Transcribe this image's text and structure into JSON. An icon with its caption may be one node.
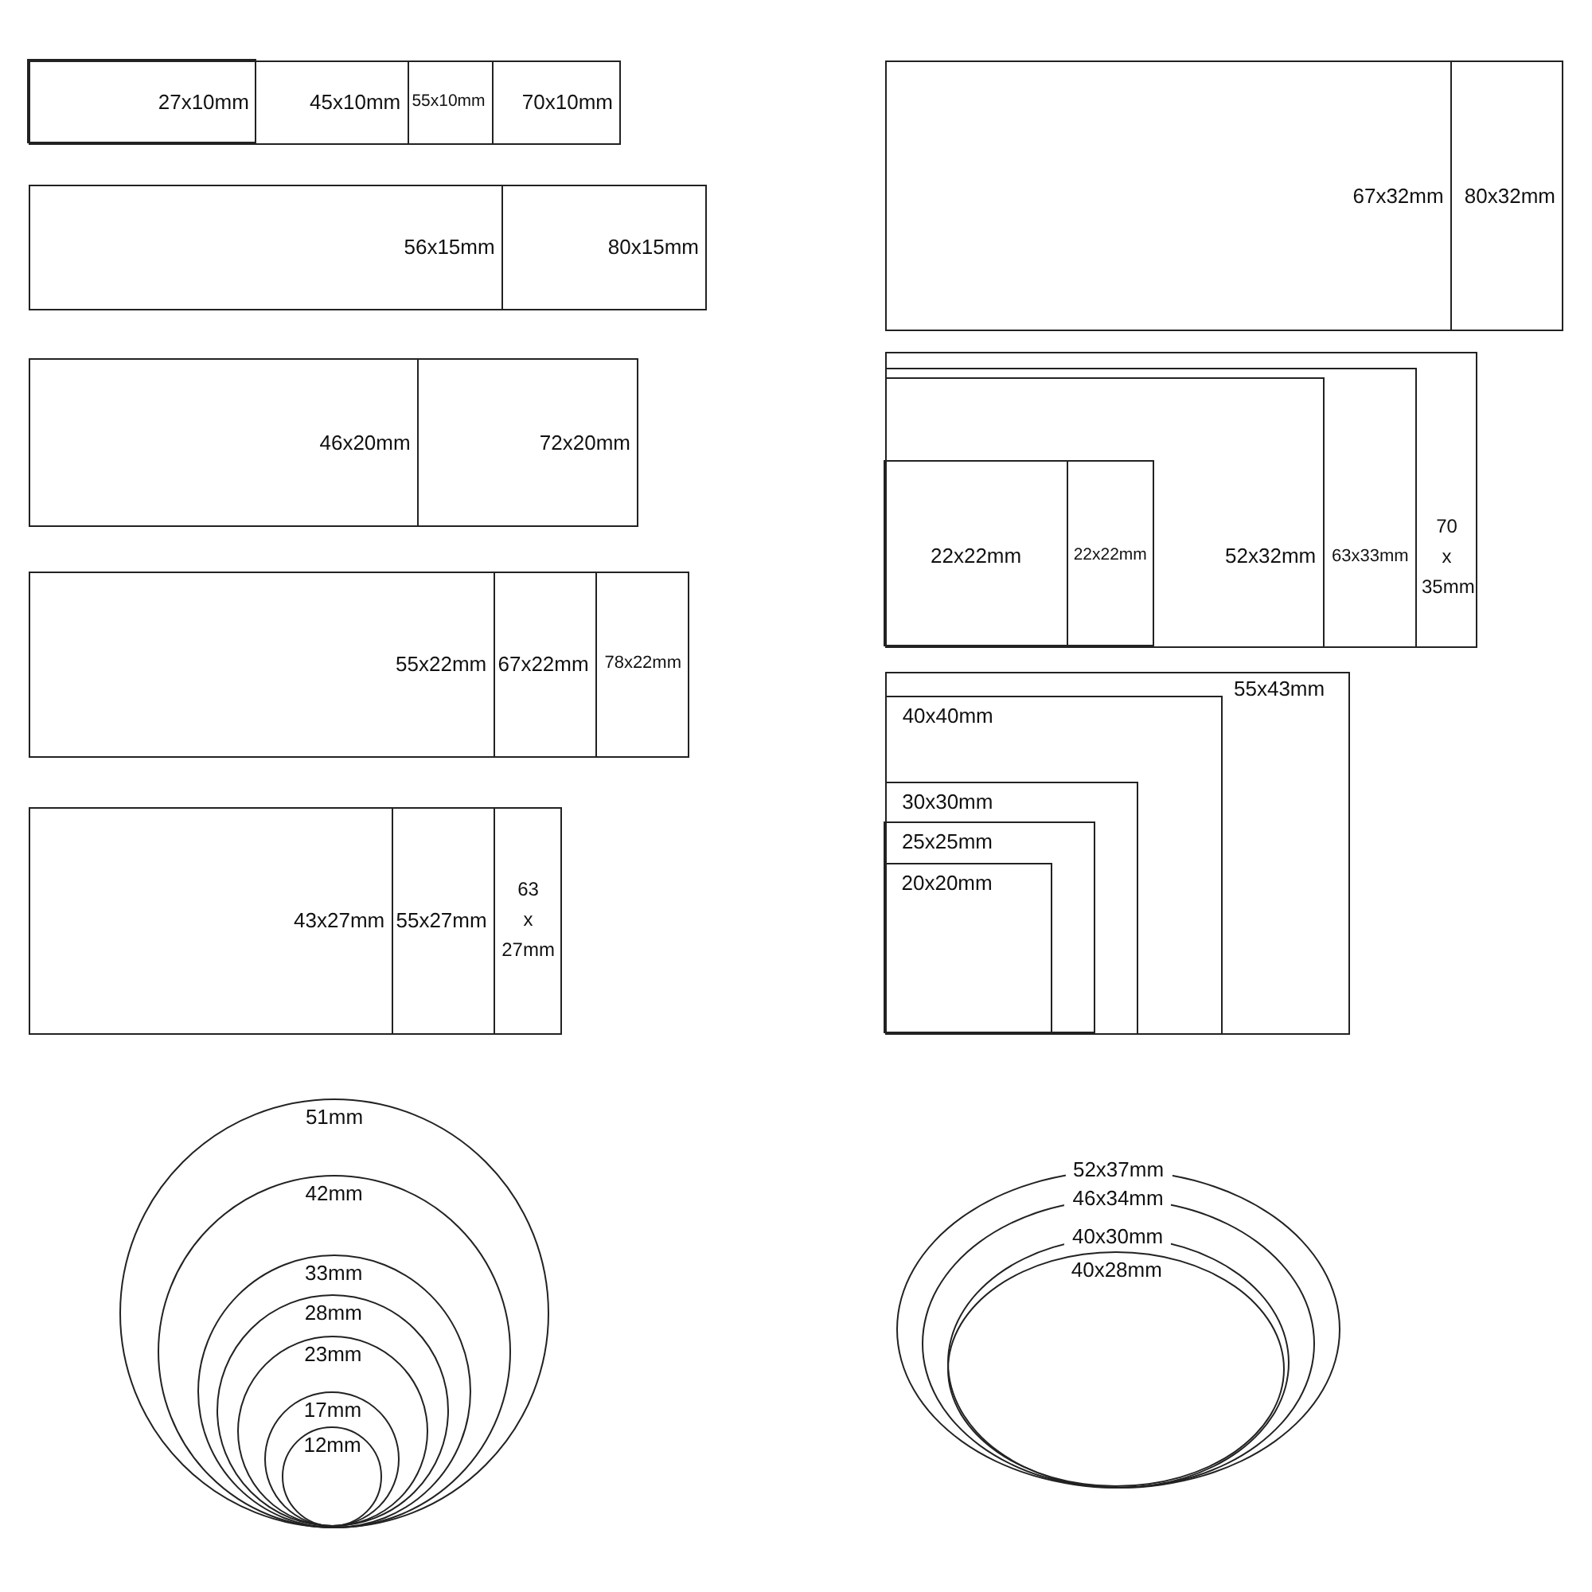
{
  "diagram": {
    "nodes": [
      {
        "text": [
          "70x10mm"
        ]
      },
      {
        "text": [
          "55x10mm"
        ],
        "in": 0
      },
      {
        "text": [
          "45x10mm"
        ],
        "in": 1
      },
      {
        "text": [
          "27x10mm"
        ],
        "in": 2
      },
      {
        "text": [
          "80x15mm"
        ]
      },
      {
        "text": [
          "56x15mm"
        ],
        "in": 4
      },
      {
        "text": [
          "72x20mm"
        ]
      },
      {
        "text": [
          "46x20mm"
        ],
        "in": 6
      },
      {
        "text": [
          "78x22mm"
        ]
      },
      {
        "text": [
          "67x22mm"
        ],
        "in": 8
      },
      {
        "text": [
          "55x22mm"
        ],
        "in": 9
      },
      {
        "text": [
          "63 x 27mm"
        ]
      },
      {
        "text": [
          "55x27mm"
        ],
        "in": 11
      },
      {
        "text": [
          "43x27mm"
        ],
        "in": 12
      },
      {
        "text": [
          "80x32mm"
        ]
      },
      {
        "text": [
          "67x32mm"
        ],
        "in": 14
      },
      {
        "text": [
          "70 x 35mm"
        ]
      },
      {
        "text": [
          "63x33mm"
        ],
        "in": 16
      },
      {
        "text": [
          "52x32mm"
        ],
        "in": 17
      },
      {
        "text": [
          "22x22mm"
        ],
        "in": 18
      },
      {
        "text": [
          "22x22mm"
        ],
        "in": 19
      },
      {
        "text": [
          "55x43mm"
        ]
      },
      {
        "text": [
          "40x40mm"
        ],
        "in": 21
      },
      {
        "text": [
          "30x30mm"
        ],
        "in": 22
      },
      {
        "text": [
          "25x25mm"
        ],
        "in": 23
      },
      {
        "text": [
          "20x20mm"
        ],
        "in": 24
      },
      {
        "text": [
          "51mm"
        ]
      },
      {
        "text": [
          "42mm"
        ],
        "in": 26
      },
      {
        "text": [
          "33mm"
        ],
        "in": 27
      },
      {
        "text": [
          "28mm"
        ],
        "in": 28
      },
      {
        "text": [
          "23mm"
        ],
        "in": 29
      },
      {
        "text": [
          "17mm"
        ],
        "in": 30
      },
      {
        "text": [
          "12mm"
        ],
        "in": 31
      },
      {
        "text": [
          "52x37mm"
        ]
      },
      {
        "text": [
          "46x34mm"
        ],
        "in": 33
      },
      {
        "text": [
          "40x30mm"
        ],
        "in": 34
      },
      {
        "text": [
          "40x28mm"
        ],
        "in": 35
      }
    ]
  }
}
